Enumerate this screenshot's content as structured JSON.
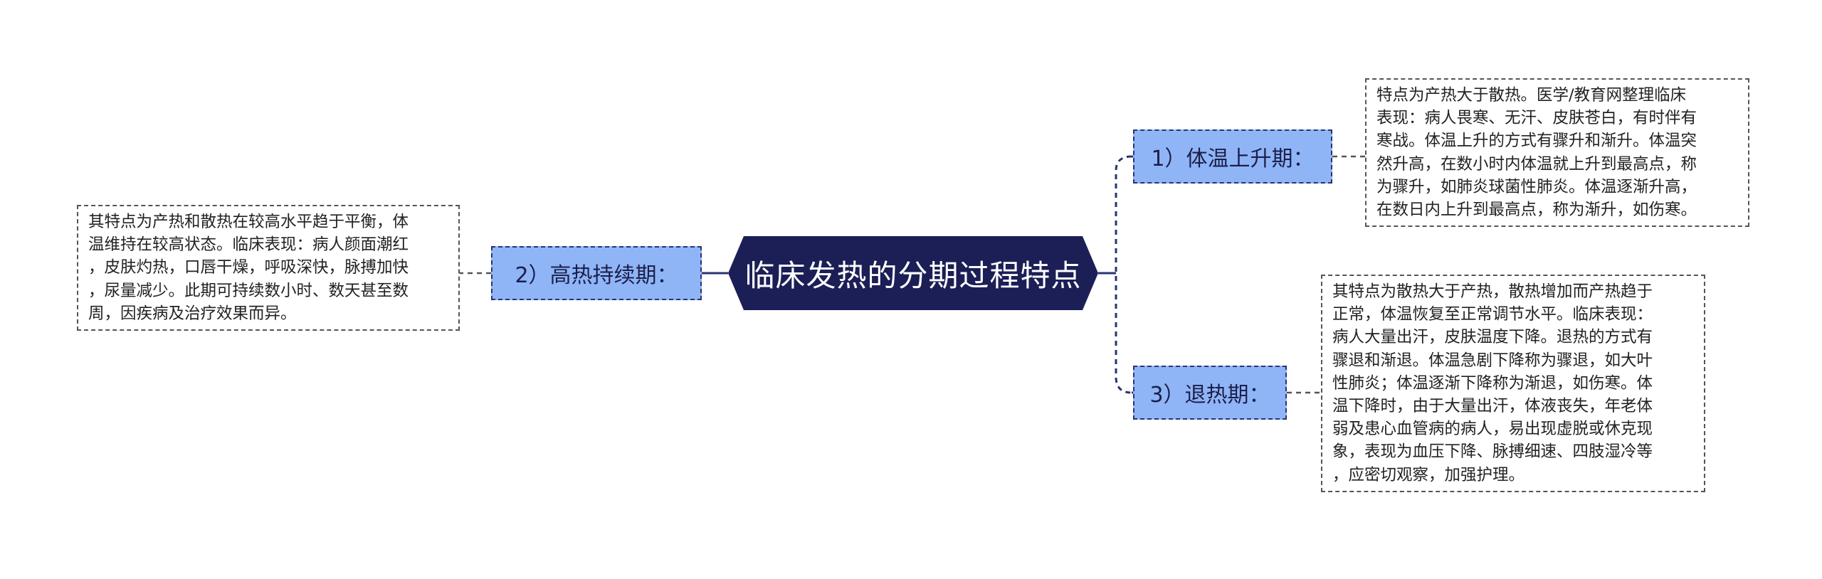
{
  "central": {
    "title": "临床发热的分期过程特点"
  },
  "branches": [
    {
      "label": "1）体温上升期：",
      "detail": [
        "特点为产热大于散热。医学/教育网整理临床",
        "表现：病人畏寒、无汗、皮肤苍白，有时伴有",
        "寒战。体温上升的方式有骤升和渐升。体温突",
        "然升高，在数小时内体温就上升到最高点，称",
        "为骤升，如肺炎球菌性肺炎。体温逐渐升高，",
        "在数日内上升到最高点，称为渐升，如伤寒。"
      ]
    },
    {
      "label": "2）高热持续期：",
      "detail": [
        "其特点为产热和散热在较高水平趋于平衡，体",
        "温维持在较高状态。临床表现：病人颜面潮红",
        "，皮肤灼热，口唇干燥，呼吸深快，脉搏加快",
        "，尿量减少。此期可持续数小时、数天甚至数",
        "周，因疾病及治疗效果而异。"
      ]
    },
    {
      "label": "3）退热期：",
      "detail": [
        "其特点为散热大于产热，散热增加而产热趋于",
        "正常，体温恢复至正常调节水平。临床表现：",
        "病人大量出汗，皮肤温度下降。退热的方式有",
        "骤退和渐退。体温急剧下降称为骤退，如大叶",
        "性肺炎；体温逐渐下降称为渐退，如伤寒。体",
        "温下降时，由于大量出汗，体液丧失，年老体",
        "弱及患心血管病的病人，易出现虚脱或休克现",
        "象，表现为血压下降、脉搏细速、四肢湿冷等",
        "，应密切观察，加强护理。"
      ]
    }
  ],
  "colors": {
    "central_fill": "#1c1f56",
    "branch_fill": "#8fb5f7",
    "connector": "#2a3472"
  }
}
